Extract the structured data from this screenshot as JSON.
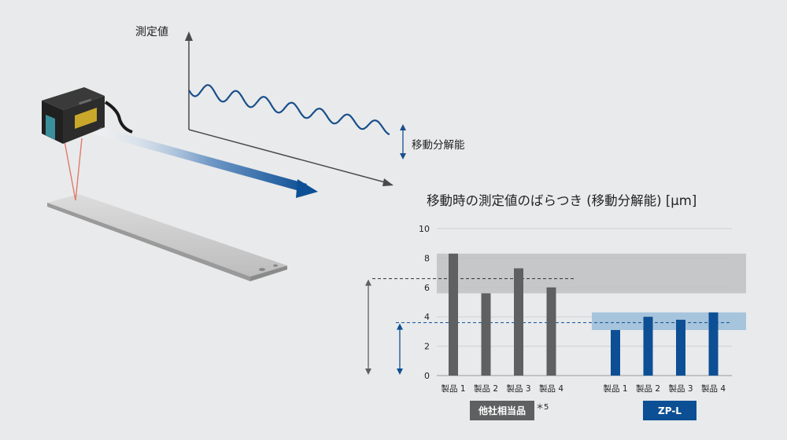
{
  "illustration": {
    "yaxis_label": "測定値",
    "resolution_label": "移動分解能"
  },
  "colors": {
    "competitor": "#5e6061",
    "zpl": "#0d4f95",
    "competitor_band": "#bfc1c3",
    "zpl_band": "#9fc0da",
    "wave": "#184f8c"
  },
  "chart_data": {
    "type": "bar",
    "title": "移動時の測定値のばらつき (移動分解能) [µm]",
    "ylim": [
      0,
      10
    ],
    "yticks": [
      "0",
      "2",
      "4",
      "6",
      "8",
      "10"
    ],
    "grid": true,
    "groups": [
      {
        "name": "他社相当品",
        "footnote": "＊5",
        "categories": [
          "製品 1",
          "製品 2",
          "製品 3",
          "製品 4"
        ],
        "values": [
          8.3,
          5.6,
          7.3,
          6.0
        ],
        "band": [
          5.6,
          8.3
        ],
        "mean": 6.6
      },
      {
        "name": "ZP-L",
        "footnote": "",
        "categories": [
          "製品 1",
          "製品 2",
          "製品 3",
          "製品 4"
        ],
        "values": [
          3.1,
          4.0,
          3.8,
          4.3
        ],
        "band": [
          3.1,
          4.3
        ],
        "mean": 3.6
      }
    ]
  }
}
